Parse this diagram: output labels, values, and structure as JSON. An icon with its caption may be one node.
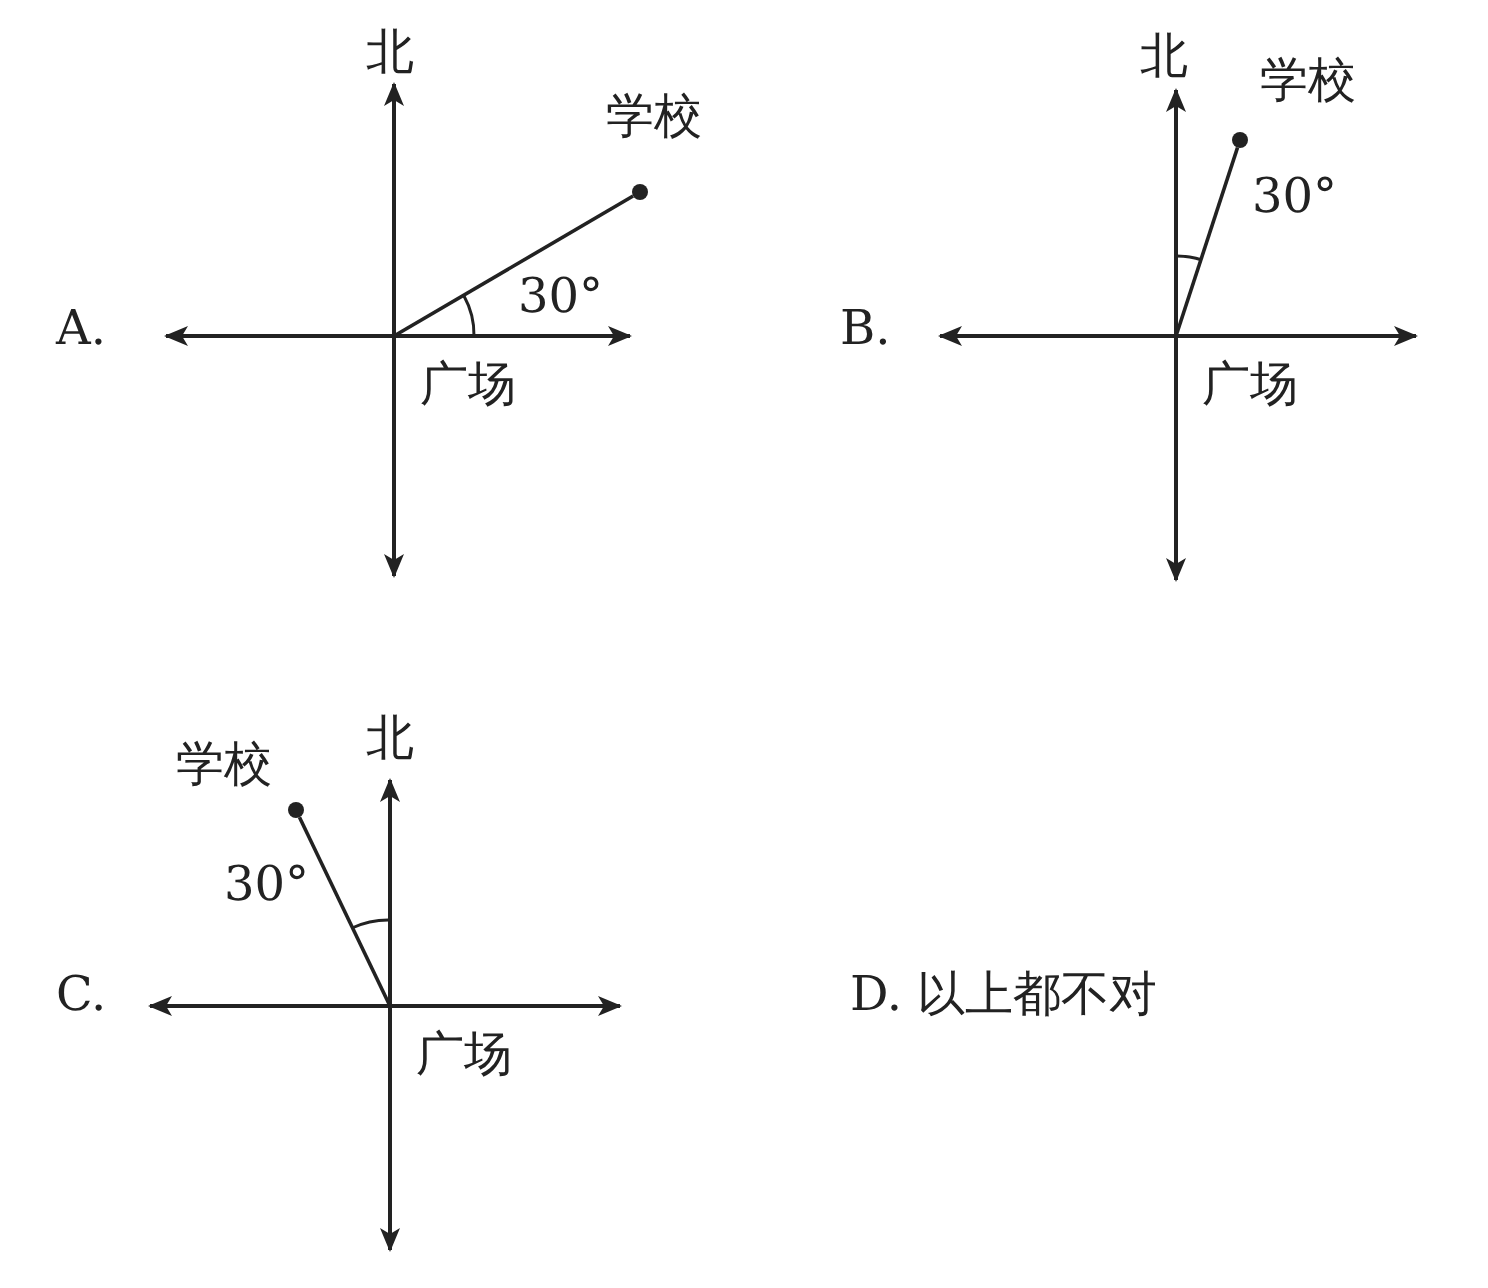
{
  "diagram": {
    "nodes": [
      {
        "text": [
          "广场"
        ]
      },
      {
        "text": [],
        "shape": "circle",
        "beside": [
          "学校"
        ]
      },
      {
        "text": [
          "广场"
        ]
      },
      {
        "text": [],
        "shape": "circle",
        "beside": [
          "学校"
        ]
      },
      {
        "text": [
          "广场"
        ]
      },
      {
        "text": [],
        "shape": "circle",
        "beside": [
          "学校"
        ]
      }
    ],
    "edges": [
      {
        "from": 0,
        "to": 1,
        "arrow": "none"
      },
      {
        "from": 2,
        "to": 3,
        "arrow": "none"
      },
      {
        "from": 4,
        "to": 5,
        "arrow": "none"
      }
    ],
    "labels": [
      "北",
      "30°",
      "A.",
      "北",
      "30°",
      "B.",
      "北",
      "30°",
      "C.",
      "D. 以上都不对"
    ]
  }
}
